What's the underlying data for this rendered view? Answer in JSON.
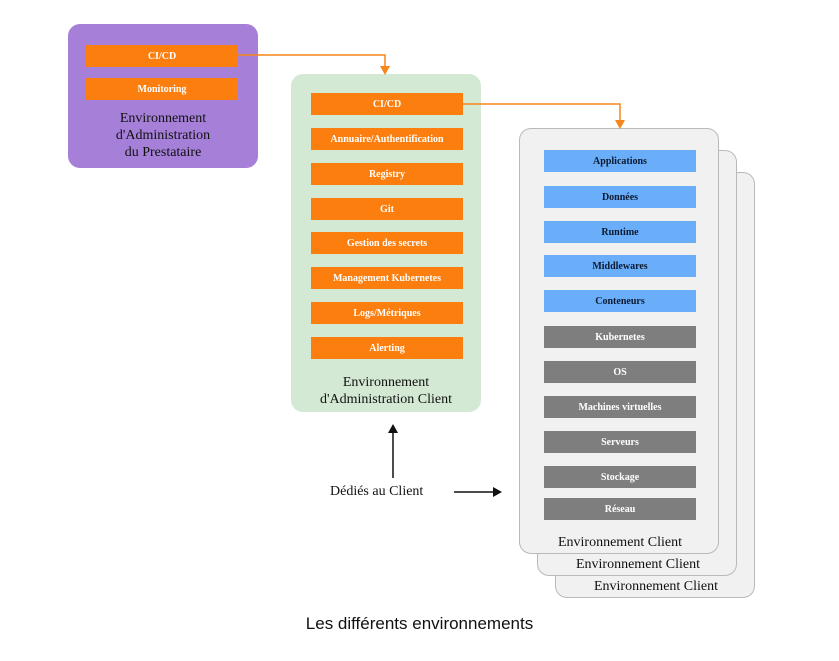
{
  "prestataire": {
    "items": [
      "CI/CD",
      "Monitoring"
    ],
    "label_lines": [
      "Environnement",
      "d'Administration",
      "du Prestataire"
    ]
  },
  "admin_client": {
    "items": [
      "CI/CD",
      "Annuaire/Authentification",
      "Registry",
      "Git",
      "Gestion des secrets",
      "Management Kubernetes",
      "Logs/Métriques",
      "Alerting"
    ],
    "label_lines": [
      "Environnement",
      "d'Administration Client"
    ]
  },
  "client_env": {
    "app_layers": [
      "Applications",
      "Données",
      "Runtime",
      "Middlewares",
      "Conteneurs"
    ],
    "infra_layers": [
      "Kubernetes",
      "OS",
      "Machines virtuelles",
      "Serveurs",
      "Stockage",
      "Réseau"
    ],
    "labels": [
      "Environnement Client",
      "Environnement Client",
      "Environnement Client"
    ]
  },
  "annotation": "Dédiés au Client",
  "caption": "Les différents environnements",
  "colors": {
    "prestataire_panel": "#a57fd8",
    "admin_client_panel": "#d4e9d4",
    "client_card": "#f1f1f1",
    "orange_item": "#fb7e0e",
    "blue_layer": "#6aaefa",
    "gray_layer": "#7e7e7e",
    "connector": "#f7861a"
  }
}
